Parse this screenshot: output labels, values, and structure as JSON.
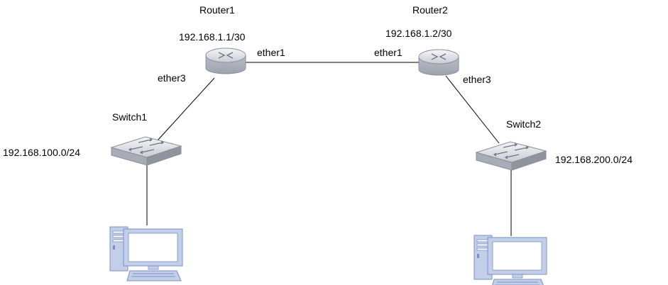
{
  "routers": [
    {
      "name": "Router1",
      "ip": "192.168.1.1/30"
    },
    {
      "name": "Router2",
      "ip": "192.168.1.2/30"
    }
  ],
  "switches": [
    {
      "name": "Switch1",
      "network": "192.168.100.0/24"
    },
    {
      "name": "Switch2",
      "network": "192.168.200.0/24"
    }
  ],
  "interfaces": {
    "router1_ether1": "ether1",
    "router2_ether1": "ether1",
    "router1_ether3": "ether3",
    "router2_ether3": "ether3"
  },
  "icons": {
    "router": "router-icon",
    "switch": "switch-icon",
    "pc": "desktop-computer-icon"
  },
  "colors": {
    "device_fill": "#dcdfe6",
    "device_stroke": "#8a8f99",
    "pc_fill": "#c3cfe8",
    "pc_stroke": "#7d8fc0",
    "link": "#000000"
  }
}
